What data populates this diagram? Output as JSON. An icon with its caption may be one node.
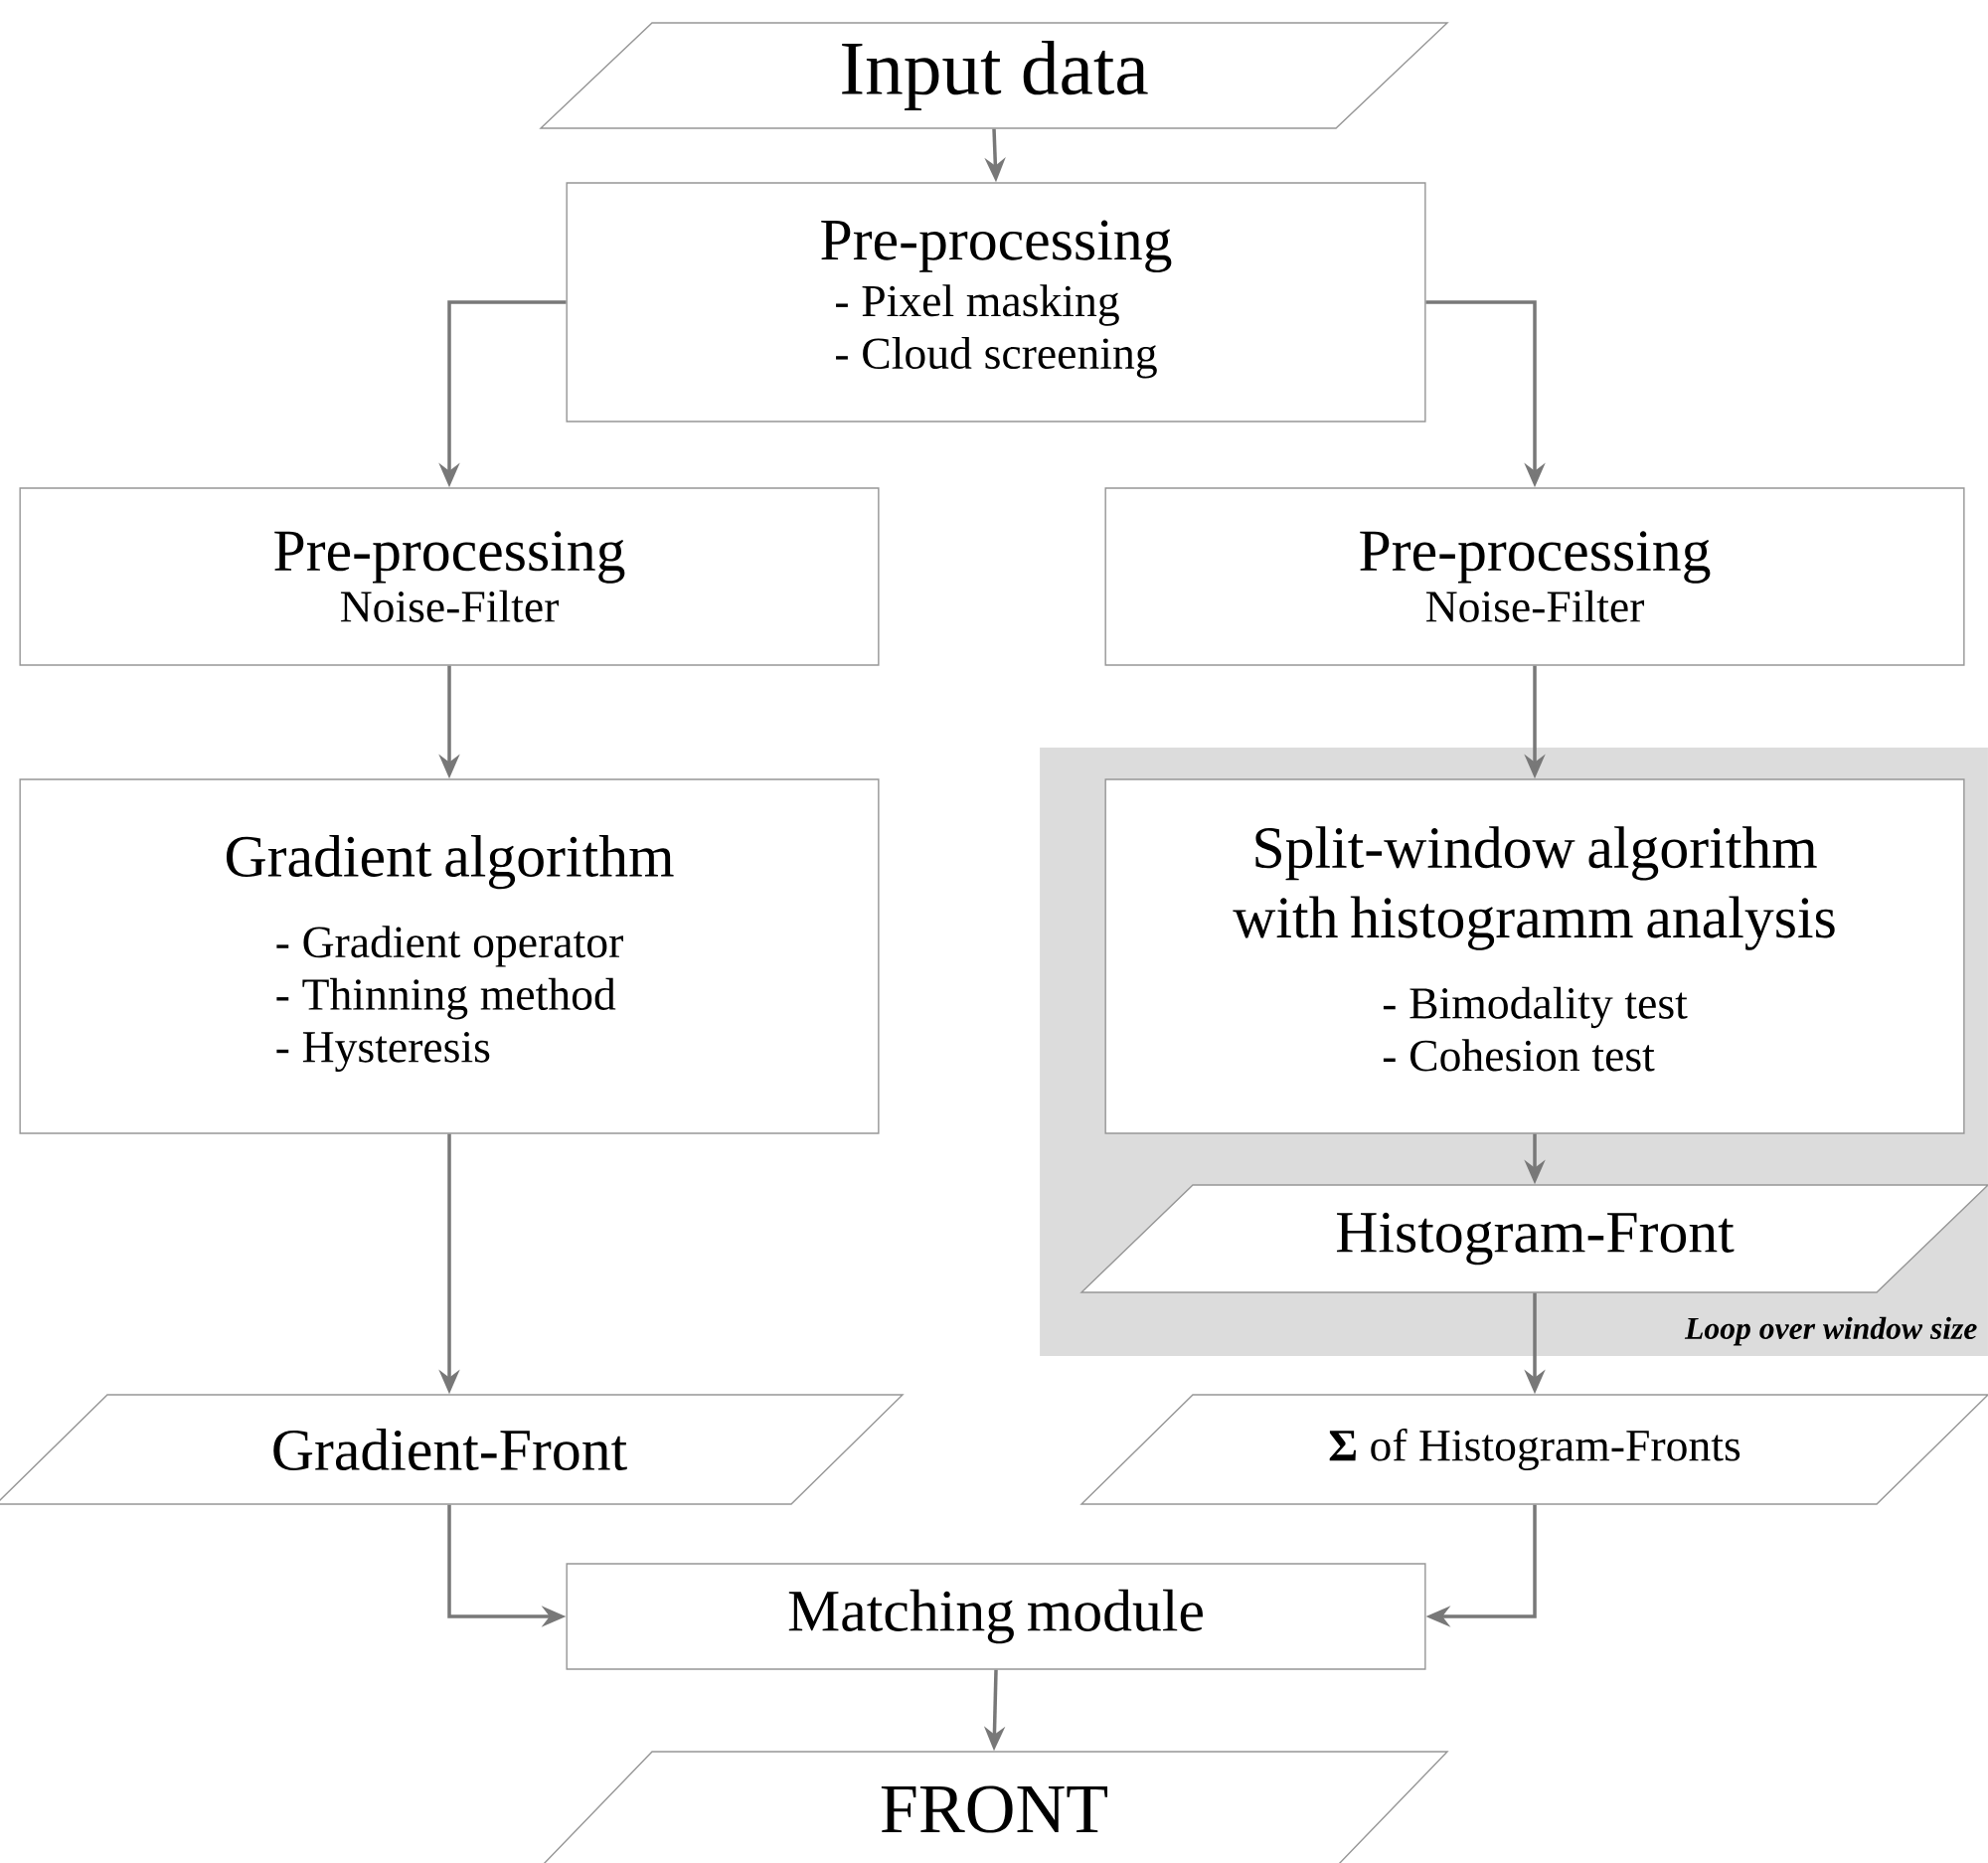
{
  "diagram": {
    "nodes": [
      {
        "text": [
          "Input data"
        ]
      },
      {
        "text": [
          "Pre-processing",
          "- Pixel masking",
          "- Cloud screening"
        ]
      },
      {
        "text": [
          "Pre-processing",
          "Noise-Filter"
        ]
      },
      {
        "text": [
          "Pre-processing",
          "Noise-Filter"
        ]
      },
      {
        "text": [
          "Gradient algorithm",
          "- Gradient operator",
          "- Thinning method",
          "- Hysteresis"
        ]
      },
      {
        "text": [
          "Loop over window size"
        ]
      },
      {
        "text": [
          "Split-window algorithm with histogramm analysis",
          "- Bimodality test",
          "- Cohesion test"
        ],
        "in": 5
      },
      {
        "text": [
          "Histogram-Front"
        ],
        "in": 5
      },
      {
        "text": [
          "Gradient-Front"
        ]
      },
      {
        "text": [
          "**Σ** of Histogram-Fronts"
        ]
      },
      {
        "text": [
          "Matching module"
        ]
      },
      {
        "text": [
          "FRONT"
        ]
      }
    ],
    "edges": [
      {
        "from": 0,
        "to": 1,
        "arrow": "to"
      },
      {
        "from": 1,
        "to": 2,
        "arrow": "to"
      },
      {
        "from": 1,
        "to": 3,
        "arrow": "to"
      },
      {
        "from": 2,
        "to": 4,
        "arrow": "to"
      },
      {
        "from": 3,
        "to": 6,
        "arrow": "to"
      },
      {
        "from": 4,
        "to": 8,
        "arrow": "to"
      },
      {
        "from": 6,
        "to": 7,
        "arrow": "to"
      },
      {
        "from": 7,
        "to": 9,
        "arrow": "to"
      },
      {
        "from": 8,
        "to": 10,
        "arrow": "to"
      },
      {
        "from": 9,
        "to": 10,
        "arrow": "to"
      },
      {
        "from": 10,
        "to": 11,
        "arrow": "to"
      }
    ]
  }
}
